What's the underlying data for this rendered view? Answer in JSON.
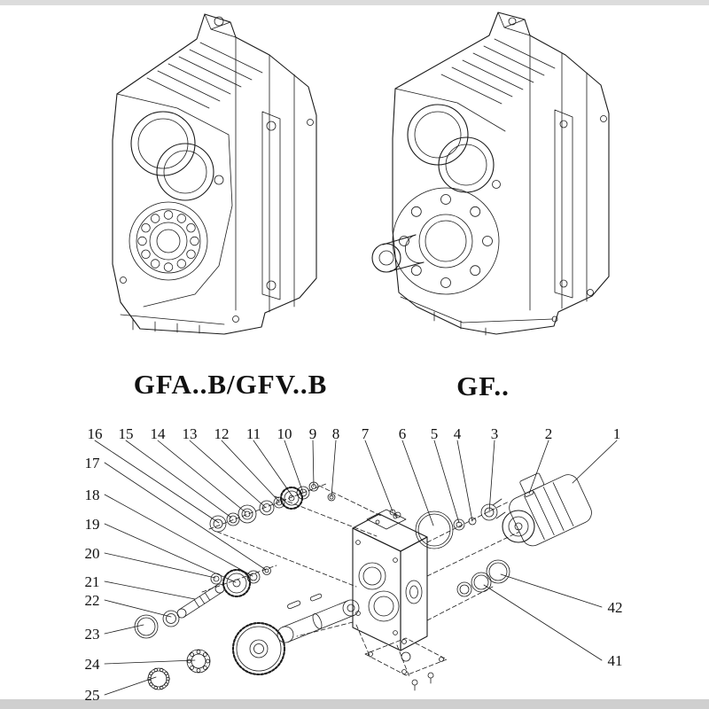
{
  "page": {
    "background": "#ffffff"
  },
  "colors": {
    "line": "#1b1b1b",
    "photo_edge": "#cfcfcf"
  },
  "products": [
    {
      "id": "gfab-gfvb",
      "label": "GFA..B/GFV..B"
    },
    {
      "id": "gf",
      "label": "GF.."
    }
  ],
  "exploded": {
    "top_callouts": [
      "16",
      "15",
      "14",
      "13",
      "12",
      "11",
      "10",
      "9",
      "8",
      "7",
      "6",
      "5",
      "4",
      "3",
      "2",
      "1"
    ],
    "left_callouts": [
      "17",
      "18",
      "19",
      "20",
      "21",
      "22",
      "23",
      "24",
      "25"
    ],
    "right_callouts": [
      "42",
      "41"
    ]
  }
}
